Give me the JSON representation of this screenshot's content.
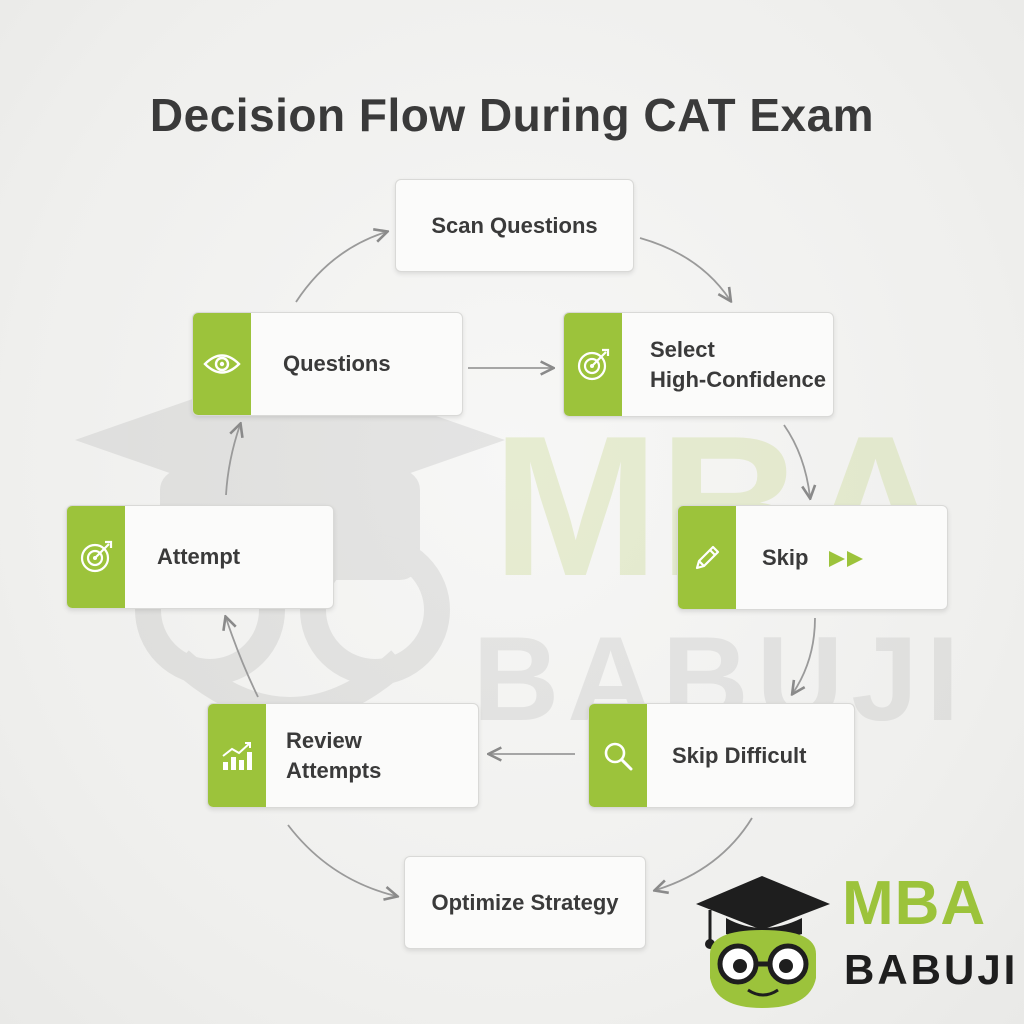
{
  "title": "Decision Flow During CAT Exam",
  "colors": {
    "accent": "#9cc33b",
    "box_bg": "#fbfbfa",
    "text": "#3a3a3a",
    "arrow": "#8a8a8a"
  },
  "nodes": {
    "scan": {
      "label": "Scan Questions"
    },
    "questions": {
      "label": "Questions",
      "icon": "eye-icon"
    },
    "select": {
      "line1": "Select",
      "line2": "High-Confidence",
      "icon": "target-icon"
    },
    "skip": {
      "label": "Skip",
      "icon": "pencil-icon",
      "suffix_icon": "fast-forward-icon"
    },
    "skip_difficult": {
      "label": "Skip Difficult",
      "icon": "magnifier-icon"
    },
    "optimize": {
      "label": "Optimize Strategy"
    },
    "review": {
      "line1": "Review",
      "line2": "Attempts",
      "icon": "chart-icon"
    },
    "attempt": {
      "label": "Attempt",
      "icon": "target-icon"
    }
  },
  "watermark": {
    "line1": "MBA",
    "line2": "BABUJI"
  },
  "logo": {
    "line1": "MBA",
    "line2": "BABUJI"
  }
}
